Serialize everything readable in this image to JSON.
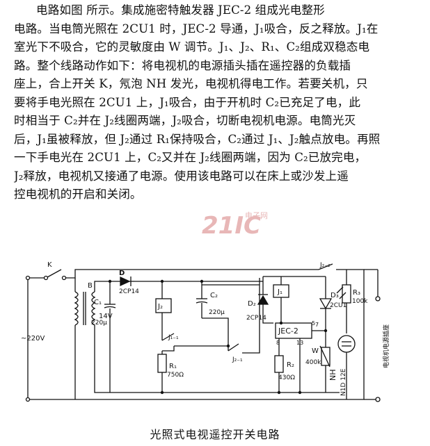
{
  "paragraph": [
    "电路如图 所示。集成施密特触发器 JEC-2 组成光电整形",
    "电路。当电筒光照在 2CU1 时，JEC-2 导通，J₁吸合，反之释放。J₁在",
    "室光下不吸合，它的灵敏度由 W 调节。J₁、J₂、R₁、C₂组成双稳态电",
    "路。整个线路动作如下：将电视机的电源插头插在遥控器的负载插",
    "座上，合上开关 K，氖泡 NH 发光，电视机得电工作。若要关机，只",
    "要将手电光照在 2CU1 上，J₁吸合，由于开机时 C₂已充足了电，此",
    "时相当于 C₂并在 J₂线圈两端，J₂吸合，切断电视机电源。电筒光灭",
    "后，J₁虽被释放，但 J₂通过 R₁保持吸合，C₂通过 J₁、J₂触点放电。再照",
    "一下手电光在 2CU1 上，C₂又并在 J₂线圈两端，因为 C₂已放完电，",
    "J₂释放，电视机又接通了电源。使用该电路可以在床上或沙发上遥",
    "控电视机的开启和关闭。"
  ],
  "watermark": {
    "logo": "21IC",
    "sub": "电子网"
  },
  "circuit": {
    "switch_k": "K",
    "mains": "~220V",
    "transformer": "B",
    "secondary": "14V",
    "diode_d": "D",
    "diode_d_part": "2CP14",
    "c1": "C₁",
    "c1_value": "220μ",
    "j2_coil": "J₂",
    "c2": "C₂",
    "c2_value": "220μ",
    "j1_contact": "J₁₋₁",
    "j2_contact": "J₂₋₁",
    "r1": "R₁",
    "r1_value": "750Ω",
    "d2": "D₂",
    "d2_part": "2CP14",
    "j1_coil": "J₁",
    "ic": "JEC-2",
    "ic_pin5": "5",
    "ic_pin7": "7",
    "ic_pin8": "8",
    "ic_pin13": "13",
    "r2": "R₂",
    "r2_value": "430Ω",
    "d3": "D₃",
    "d3_part": "2CU1",
    "w": "W",
    "w_value": "400k",
    "r3": "R₃",
    "r3_value": "100k",
    "j22": "J₂₋₂",
    "nh": "NH",
    "nh_part": "N1D 12E",
    "tv_socket": "电视机电源插座"
  },
  "caption": "光照式电视遥控开关电路"
}
